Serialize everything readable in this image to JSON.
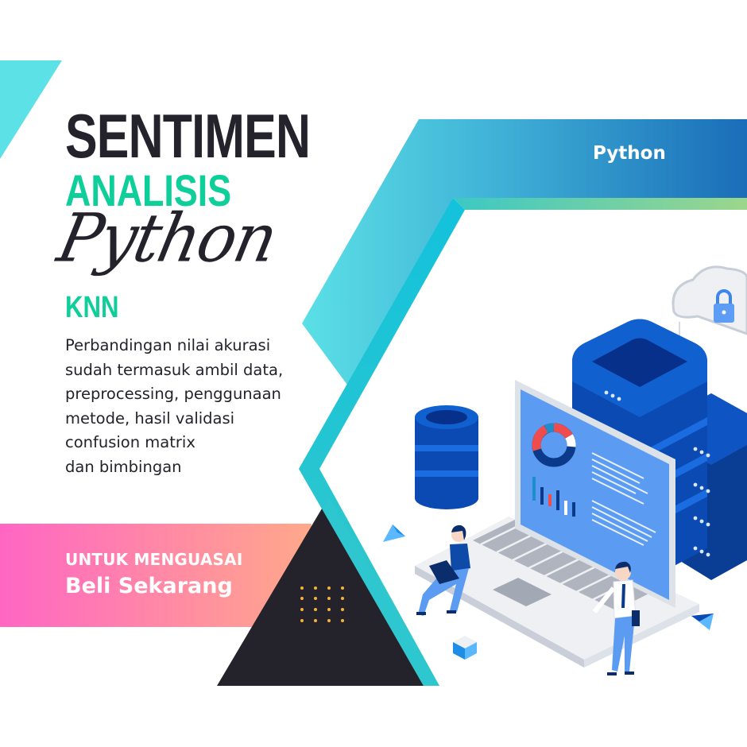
{
  "poster": {
    "title": "SENTIMEN",
    "subtitle": "ANALISIS",
    "script_title": "Python",
    "method": "KNN",
    "description_lines": [
      "Perbandingan nilai akurasi",
      "sudah termasuk ambil data,",
      "preprocessing, penggunaan",
      "metode, hasil validasi",
      "confusion matrix",
      "dan bimbingan"
    ],
    "tag_label": "Python",
    "cta": {
      "line1": "UNTUK MENGUASAI",
      "line2": "Beli Sekarang"
    }
  },
  "colors": {
    "dark": "#24222b",
    "green": "#0ecf9a",
    "cyan": "#5ce1e6",
    "teal_stripe": "#1fc2d6",
    "banner_start": "#ff66c4",
    "banner_end": "#ffa48a",
    "blue_start": "#55cde0",
    "blue_end": "#1a6db8",
    "dot_orange": "#f7b335"
  },
  "illustration": {
    "icons": [
      "database-icon",
      "server-stack-icon",
      "laptop-dashboard-icon",
      "cloud-lock-icon",
      "person-with-laptop",
      "businessman-walking",
      "cube-icon",
      "pyramid-icons"
    ]
  }
}
